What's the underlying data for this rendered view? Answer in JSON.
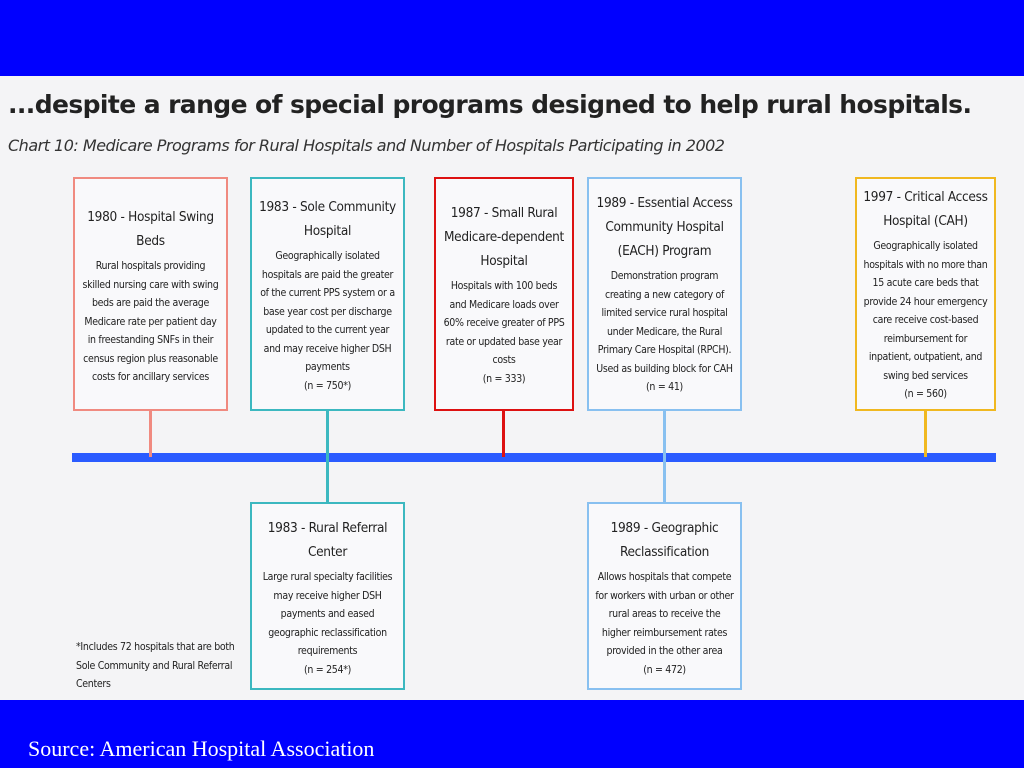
{
  "headline": "...despite a range of special programs designed to help rural hospitals.",
  "subtitle": "Chart 10: Medicare Programs for Rural Hospitals and Number of Hospitals Participating in 2002",
  "colors": {
    "salmon": "#f08a80",
    "teal": "#3cb8c0",
    "red": "#dd1111",
    "lightblue": "#88c0f0",
    "gold": "#f0b820",
    "timeline": "#2a5bff",
    "frame": "#0000ff"
  },
  "programs": [
    {
      "title": "1980 - Hospital Swing Beds",
      "description": "Rural hospitals providing skilled nursing care with swing beds are paid the average Medicare rate per patient day in freestanding SNFs in their census region plus reasonable costs for ancillary services",
      "count": ""
    },
    {
      "title": "1983 - Sole Community Hospital",
      "description": "Geographically isolated hospitals are paid the greater of the current PPS system or a base year cost per discharge updated to the current year and may receive higher DSH payments",
      "count": "(n = 750*)"
    },
    {
      "title": "1987 - Small Rural Medicare-dependent Hospital",
      "description": "Hospitals with 100 beds and Medicare loads over 60% receive greater of PPS rate or updated base year costs",
      "count": "(n = 333)"
    },
    {
      "title": "1989 - Essential Access Community Hospital (EACH) Program",
      "description": "Demonstration program creating a new category of limited service rural hospital under Medicare, the Rural Primary Care Hospital (RPCH). Used as building block for CAH",
      "count": "(n = 41)"
    },
    {
      "title": "1997 - Critical Access Hospital (CAH)",
      "description": "Geographically isolated hospitals with no more than 15 acute care beds that provide 24 hour emergency care receive cost-based reimbursement for inpatient, outpatient, and swing bed services",
      "count": "(n = 560)"
    },
    {
      "title": "1983 - Rural Referral Center",
      "description": "Large rural specialty facilities may receive higher DSH payments and eased geographic reclassification requirements",
      "count": "(n = 254*)"
    },
    {
      "title": "1989 - Geographic Reclassification",
      "description": "Allows hospitals that compete for workers with urban or other rural areas to receive the higher reimbursement rates provided in the other area",
      "count": "(n = 472)"
    }
  ],
  "footnote": "*Includes 72 hospitals that are both Sole Community and Rural Referral Centers",
  "source": "Source:  American Hospital Association"
}
